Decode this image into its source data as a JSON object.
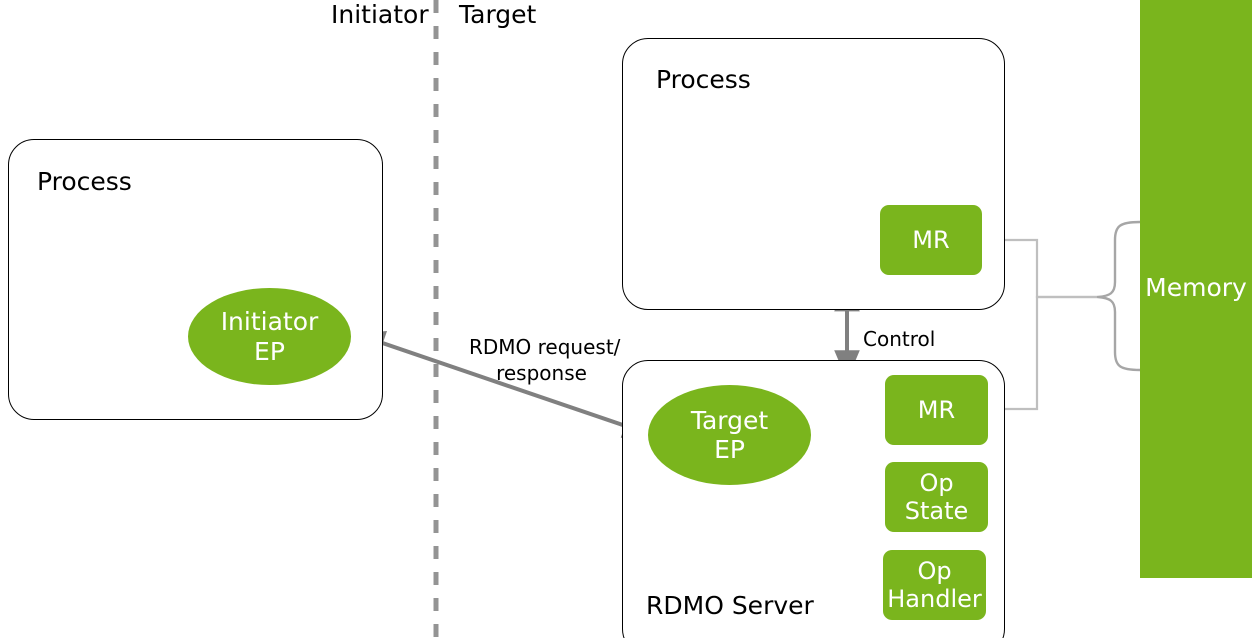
{
  "diagram": {
    "title_zones": {
      "initiator": "Initiator",
      "target": "Target"
    },
    "colors": {
      "green": "#7ab51d",
      "green_text": "#ffffff",
      "outline": "#000000",
      "arrow_gray": "#808080",
      "connector_gray": "#bfbfbf",
      "divider_gray": "#949494",
      "background": "#ffffff"
    },
    "initiator_side": {
      "process_label": "Process",
      "endpoint_label_line1": "Initiator",
      "endpoint_label_line2": "EP"
    },
    "target_side": {
      "process_label": "Process",
      "process_mr_label": "MR",
      "server_label": "RDMO Server",
      "endpoint_label_line1": "Target",
      "endpoint_label_line2": "EP",
      "server_blocks": [
        {
          "name": "mr",
          "line1": "MR",
          "line2": ""
        },
        {
          "name": "op-state",
          "line1": "Op",
          "line2": "State"
        },
        {
          "name": "op-handler",
          "line1": "Op",
          "line2": "Handler"
        }
      ]
    },
    "memory": {
      "label": "Memory"
    },
    "edges": {
      "rdmo_line1": "RDMO request/",
      "rdmo_line2": "response",
      "control_label": "Control"
    }
  }
}
